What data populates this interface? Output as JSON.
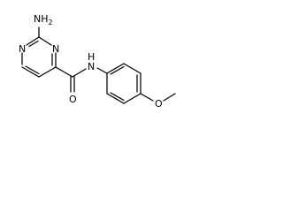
{
  "molecule": {
    "atoms": {
      "amino_n": "NH",
      "amino_h_count": "2",
      "ring_n1": "N",
      "ring_n3": "N",
      "carbonyl_o": "O",
      "amide_n": "N",
      "amide_h": "H",
      "ether_o": "O"
    }
  }
}
